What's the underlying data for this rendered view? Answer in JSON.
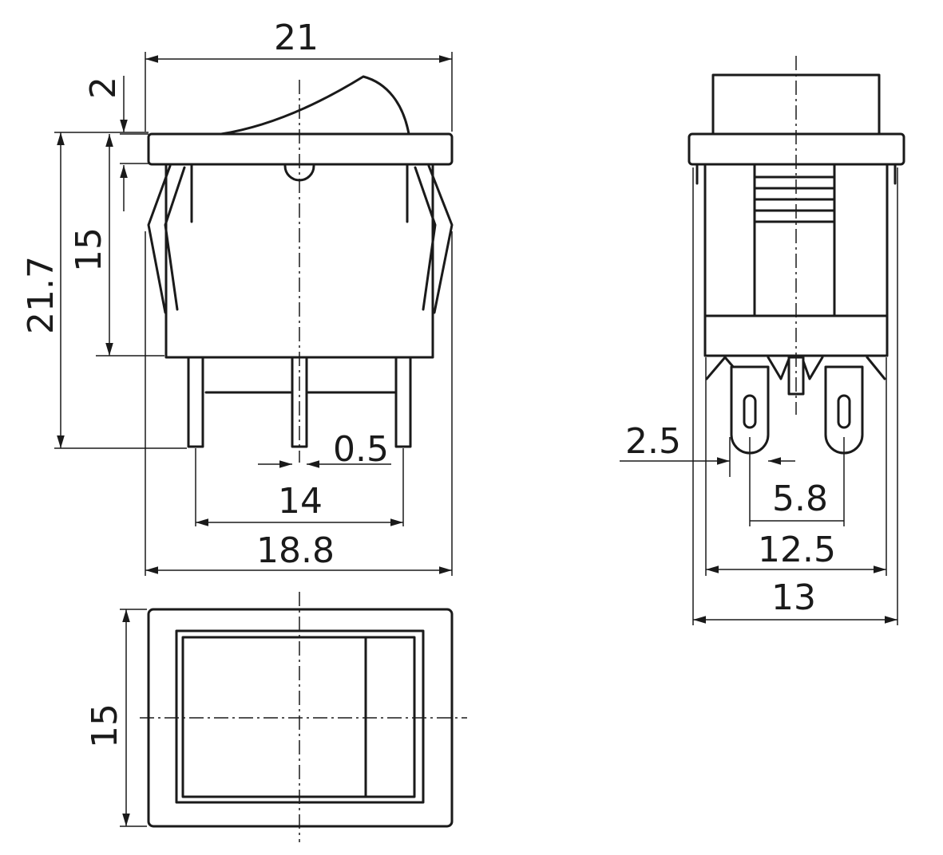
{
  "dimensions": {
    "width_21": "21",
    "height_2": "2",
    "height_21_7": "21.7",
    "height_15_front": "15",
    "pin_width_0_5": "0.5",
    "pin_pitch_14": "14",
    "width_18_8": "18.8",
    "height_15_top": "15",
    "pin_offset_2_5": "2.5",
    "pin_spacing_5_8": "5.8",
    "width_12_5": "12.5",
    "width_13": "13"
  },
  "colors": {
    "line": "#1a1a1a",
    "background": "#ffffff"
  }
}
